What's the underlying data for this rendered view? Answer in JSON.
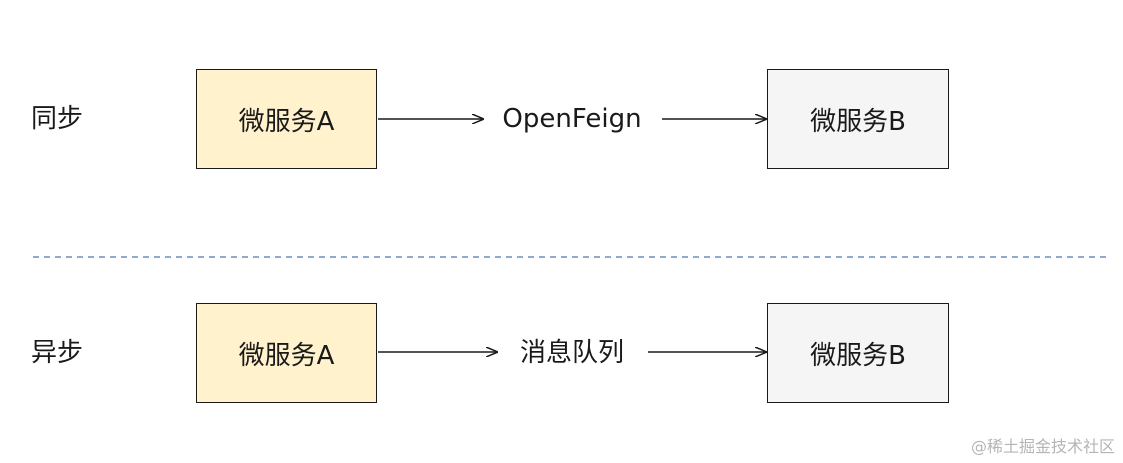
{
  "sync": {
    "label": "同步",
    "source": {
      "label": "微服务A"
    },
    "channel": {
      "label": "OpenFeign"
    },
    "target": {
      "label": "微服务B"
    }
  },
  "async": {
    "label": "异步",
    "source": {
      "label": "微服务A"
    },
    "channel": {
      "label": "消息队列"
    },
    "target": {
      "label": "微服务B"
    }
  },
  "colors": {
    "source_fill": "#fff2cc",
    "target_fill": "#f5f5f5",
    "line": "#1a1a1a",
    "divider": "#6c8ebf"
  },
  "watermark": "@稀土掘金技术社区"
}
